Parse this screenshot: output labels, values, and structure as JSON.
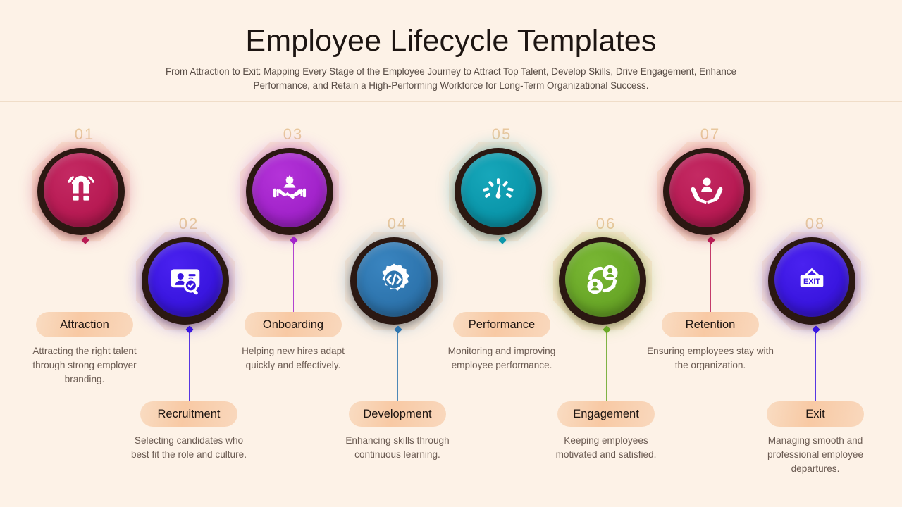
{
  "header": {
    "title": "Employee Lifecycle Templates",
    "subtitle": "From Attraction to Exit: Mapping Every Stage of the Employee Journey to Attract Top Talent, Develop Skills, Drive Engagement, Enhance Performance, and Retain a High-Performing Workforce for Long-Term Organizational Success."
  },
  "theme": {
    "background": "#fdf2e7",
    "octagon": "#fbe6d2",
    "ring": "#2b1812",
    "number_color": "#e9c89e",
    "pill_text": "#1d1512",
    "desc_color": "#6b5b52",
    "divider": "#f0ddc8"
  },
  "stages": [
    {
      "number": "01",
      "label": "Attraction",
      "description": "Attracting the right talent through strong employer branding.",
      "icon": "magnet-icon",
      "color": "#b81b54",
      "color_light": "#c42a63",
      "color_dark": "#95123f",
      "row": "top"
    },
    {
      "number": "02",
      "label": "Recruitment",
      "description": "Selecting candidates who best fit the role and culture.",
      "icon": "candidate-search-icon",
      "color": "#3a16e0",
      "color_light": "#4a22f0",
      "color_dark": "#2c0fae",
      "row": "bottom"
    },
    {
      "number": "03",
      "label": "Onboarding",
      "description": "Helping new hires adapt quickly and effectively.",
      "icon": "handshake-icon",
      "color": "#a324cb",
      "color_light": "#b433d8",
      "color_dark": "#8718ab",
      "row": "top"
    },
    {
      "number": "04",
      "label": "Development",
      "description": "Enhancing skills through continuous learning.",
      "icon": "gear-code-icon",
      "color": "#2e75ae",
      "color_light": "#3a85c0",
      "color_dark": "#235d8c",
      "row": "bottom"
    },
    {
      "number": "05",
      "label": "Performance",
      "description": "Monitoring and improving employee performance.",
      "icon": "gauge-icon",
      "color": "#0b97ab",
      "color_light": "#17a7ba",
      "color_dark": "#077c8d",
      "row": "top"
    },
    {
      "number": "06",
      "label": "Engagement",
      "description": "Keeping employees motivated and satisfied.",
      "icon": "people-exchange-icon",
      "color": "#6aa828",
      "color_light": "#79b734",
      "color_dark": "#55891c",
      "row": "bottom"
    },
    {
      "number": "07",
      "label": "Retention",
      "description": "Ensuring employees stay with the organization.",
      "icon": "person-in-hands-icon",
      "color": "#b81b54",
      "color_light": "#c42a63",
      "color_dark": "#95123f",
      "row": "top"
    },
    {
      "number": "08",
      "label": "Exit",
      "description": "Managing smooth and professional employee departures.",
      "icon": "exit-sign-icon",
      "color": "#3a16e0",
      "color_light": "#4a22f0",
      "color_dark": "#2c0fae",
      "row": "bottom"
    }
  ]
}
